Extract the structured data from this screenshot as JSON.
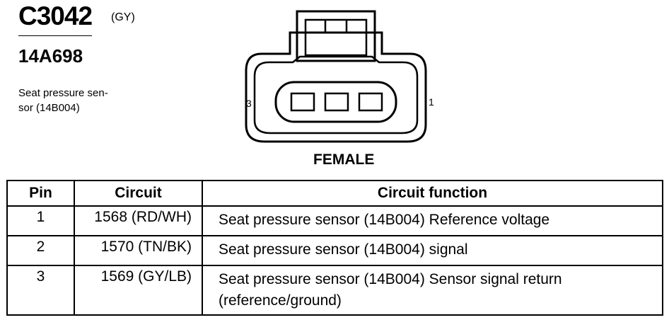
{
  "connector": {
    "id": "C3042",
    "color": "(GY)",
    "part_number": "14A698",
    "description": "Seat pressure sen-\nsor (14B004)"
  },
  "diagram": {
    "pin_left_label": "3",
    "pin_right_label": "1",
    "gender": "FEMALE"
  },
  "table": {
    "headers": [
      "Pin",
      "Circuit",
      "Circuit function"
    ],
    "rows": [
      {
        "pin": "1",
        "circuit": "1568 (RD/WH)",
        "function": "Seat pressure sensor (14B004) Reference voltage"
      },
      {
        "pin": "2",
        "circuit": "1570 (TN/BK)",
        "function": "Seat pressure sensor (14B004) signal"
      },
      {
        "pin": "3",
        "circuit": "1569 (GY/LB)",
        "function": "Seat pressure sensor (14B004) Sensor signal return (reference/ground)"
      }
    ]
  }
}
